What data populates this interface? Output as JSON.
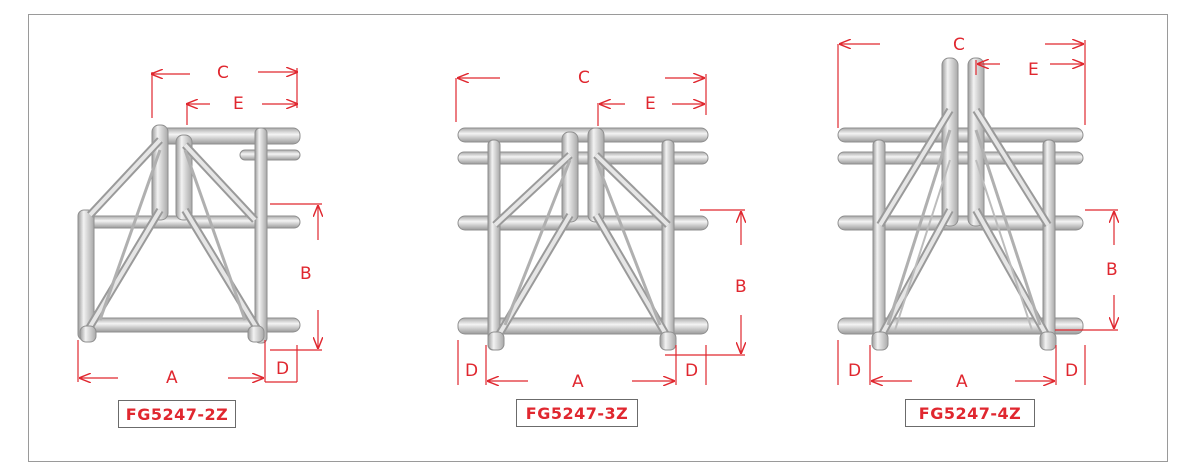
{
  "diagrams": [
    {
      "model": "FG5247-2Z",
      "labels": {
        "a": "A",
        "b": "B",
        "c": "C",
        "d": "D",
        "e": "E"
      }
    },
    {
      "model": "FG5247-3Z",
      "labels": {
        "a": "A",
        "b": "B",
        "c": "C",
        "d": "D",
        "d2": "D",
        "e": "E"
      }
    },
    {
      "model": "FG5247-4Z",
      "labels": {
        "a": "A",
        "b": "B",
        "c": "C",
        "d": "D",
        "d2": "D",
        "e": "E"
      }
    }
  ],
  "colors": {
    "dimension": "#e0272f",
    "tube": "#c9c9c9",
    "tube_edge": "#8f8f8f",
    "frame": "#9a9a9a"
  }
}
